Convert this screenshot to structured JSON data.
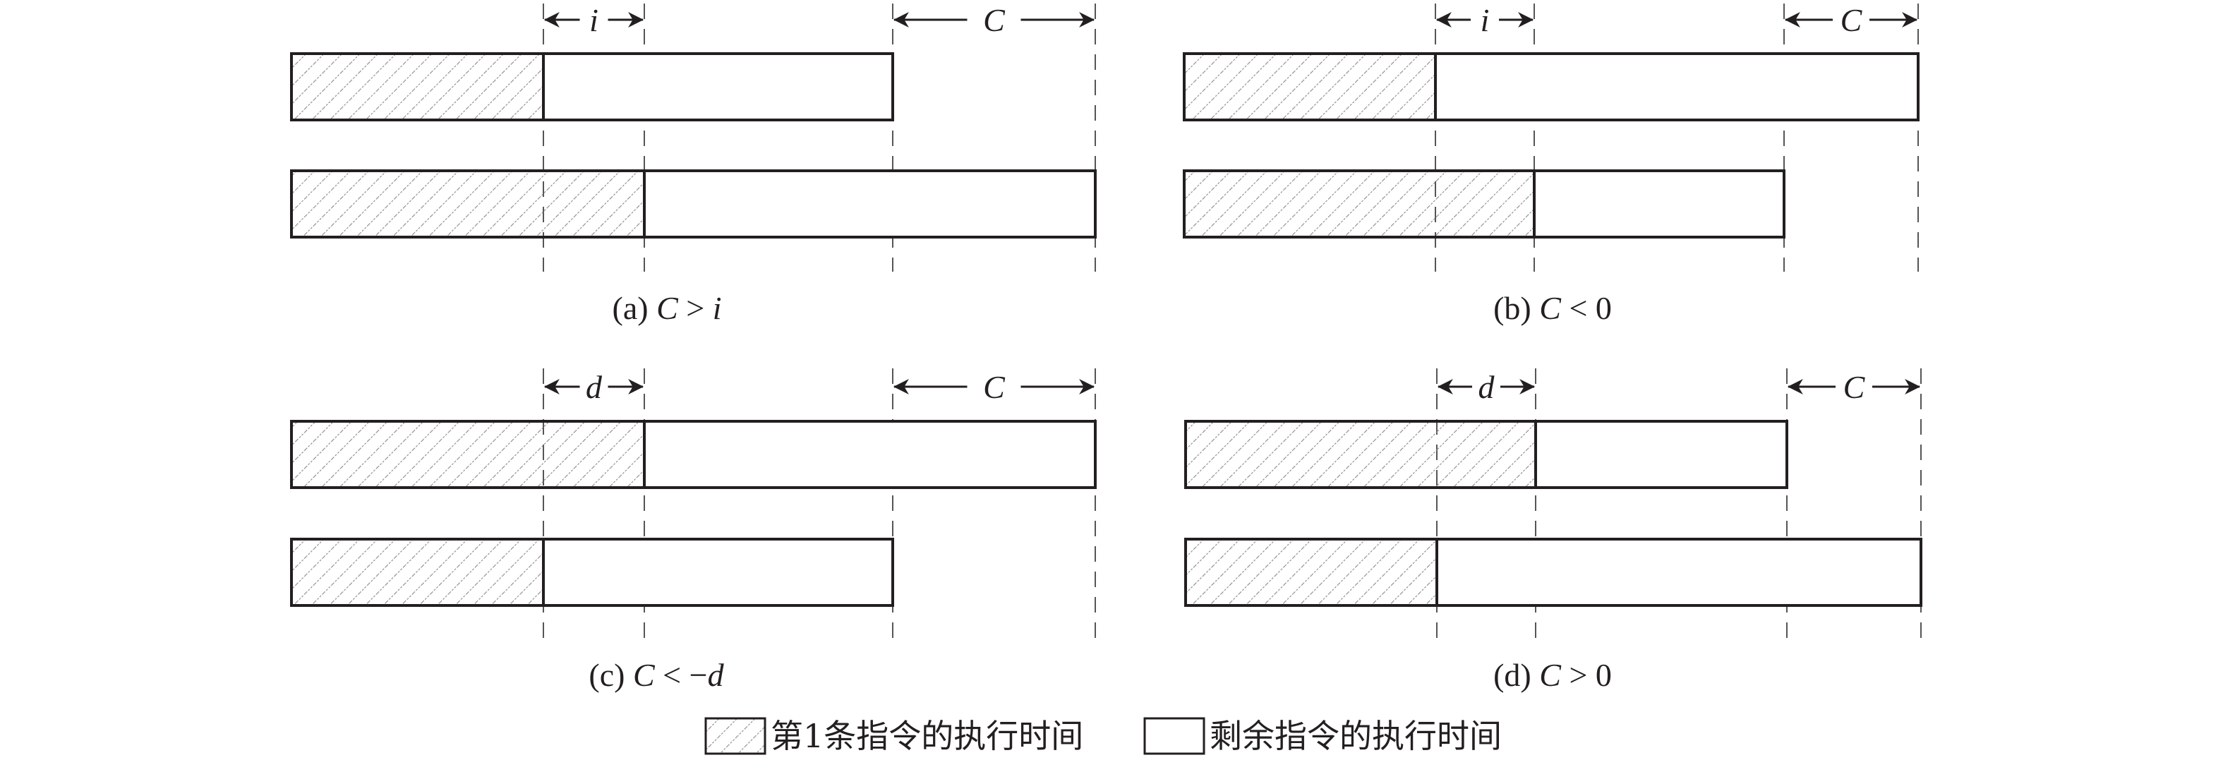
{
  "panels": [
    {
      "id": "a",
      "caption_label": "(a)",
      "caption_var": "C",
      "caption_op": " > ",
      "caption_rhs": "i",
      "caption_rhs_italic": true,
      "span1_label": "i",
      "span2_label": "C"
    },
    {
      "id": "b",
      "caption_label": "(b)",
      "caption_var": "C",
      "caption_op": " < ",
      "caption_rhs": "0",
      "caption_rhs_italic": false,
      "span1_label": "i",
      "span2_label": "C"
    },
    {
      "id": "c",
      "caption_label": "(c)",
      "caption_var": "C",
      "caption_op": " < ",
      "caption_rhs": "−d",
      "caption_rhs_italic": true,
      "span1_label": "d",
      "span2_label": "C"
    },
    {
      "id": "d",
      "caption_label": "(d)",
      "caption_var": "C",
      "caption_op": " > ",
      "caption_rhs": "0",
      "caption_rhs_italic": false,
      "span1_label": "d",
      "span2_label": "C"
    }
  ],
  "legend": {
    "hatched_label": "第1条指令的执行时间",
    "plain_label": "剩余指令的执行时间"
  },
  "colors": {
    "stroke": "#231f20",
    "hatch": "#8a8a8a",
    "dash": "#555555"
  }
}
